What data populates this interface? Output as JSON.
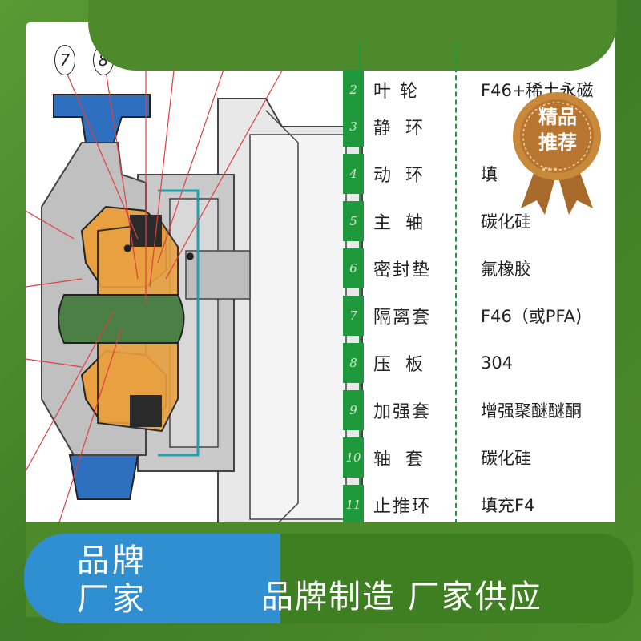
{
  "callouts": [
    "7",
    "8"
  ],
  "parts_table": [
    {
      "no": "2",
      "name": "叶  轮",
      "material": "F46+稀土永磁"
    },
    {
      "no": "3",
      "name": "静环",
      "material": ""
    },
    {
      "no": "4",
      "name": "动环",
      "material": "填"
    },
    {
      "no": "5",
      "name": "主轴",
      "material": "碳化硅"
    },
    {
      "no": "6",
      "name": "密封垫",
      "material": "氟橡胶"
    },
    {
      "no": "7",
      "name": "隔离套",
      "material": "F46（或PFA)"
    },
    {
      "no": "8",
      "name": "压板",
      "material": "304"
    },
    {
      "no": "9",
      "name": "加强套",
      "material": "增强聚醚醚酮"
    },
    {
      "no": "10",
      "name": "轴套",
      "material": "碳化硅"
    },
    {
      "no": "11",
      "name": "止推环",
      "material": "填充F4"
    }
  ],
  "badge": {
    "line1": "精品",
    "line2": "推荐",
    "icon": "award-rosette-icon"
  },
  "bottom": {
    "brand_line1": "品牌",
    "brand_line2": "厂家",
    "slogan": "品牌制造  厂家供应"
  },
  "colors": {
    "frame": "#4a8a2e",
    "table_green": "#1e9a3c",
    "blue_tab": "#2f8fd0",
    "badge_gold": "#c8893a",
    "impeller_orange": "#e8a040",
    "shaft_green": "#4c7f45",
    "flange_blue": "#2f6fbf"
  }
}
